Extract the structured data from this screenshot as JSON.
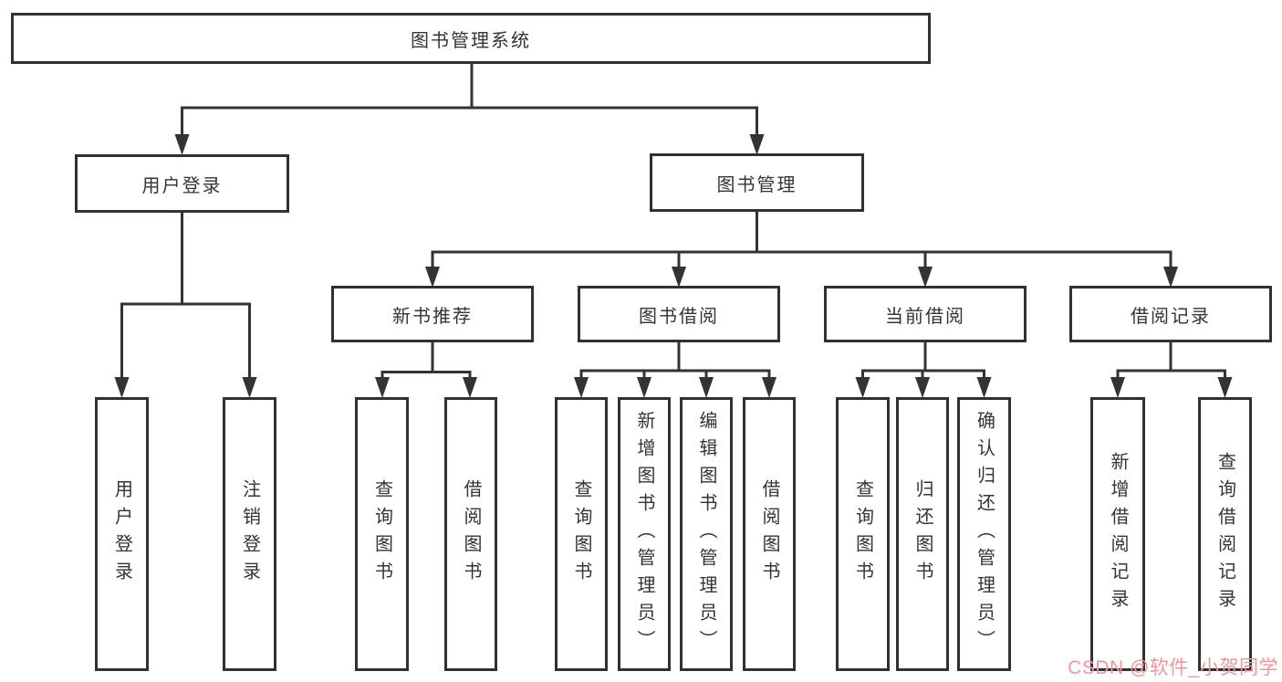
{
  "diagram_title": "图书管理系统",
  "tree": {
    "root": "图书管理系统",
    "branches": [
      {
        "label": "用户登录",
        "children": [
          {
            "label": "用户登录"
          },
          {
            "label": "注销登录"
          }
        ]
      },
      {
        "label": "图书管理",
        "children": [
          {
            "label": "新书推荐",
            "children": [
              {
                "label": "查询图书"
              },
              {
                "label": "借阅图书"
              }
            ]
          },
          {
            "label": "图书借阅",
            "children": [
              {
                "label": "查询图书"
              },
              {
                "label": "新增图书（管理员）"
              },
              {
                "label": "编辑图书（管理员）"
              },
              {
                "label": "借阅图书"
              }
            ]
          },
          {
            "label": "当前借阅",
            "children": [
              {
                "label": "查询图书"
              },
              {
                "label": "归还图书"
              },
              {
                "label": "确认归还（管理员）"
              }
            ]
          },
          {
            "label": "借阅记录",
            "children": [
              {
                "label": "新增借阅记录"
              },
              {
                "label": "查询借阅记录"
              }
            ]
          }
        ]
      }
    ]
  },
  "watermark": {
    "text": "CSDN @软件_小贺同学",
    "color": "#f0959e"
  },
  "colors": {
    "line": "#333333",
    "box_border": "#313131",
    "box_background": "#ffffff",
    "text": "#343434"
  }
}
